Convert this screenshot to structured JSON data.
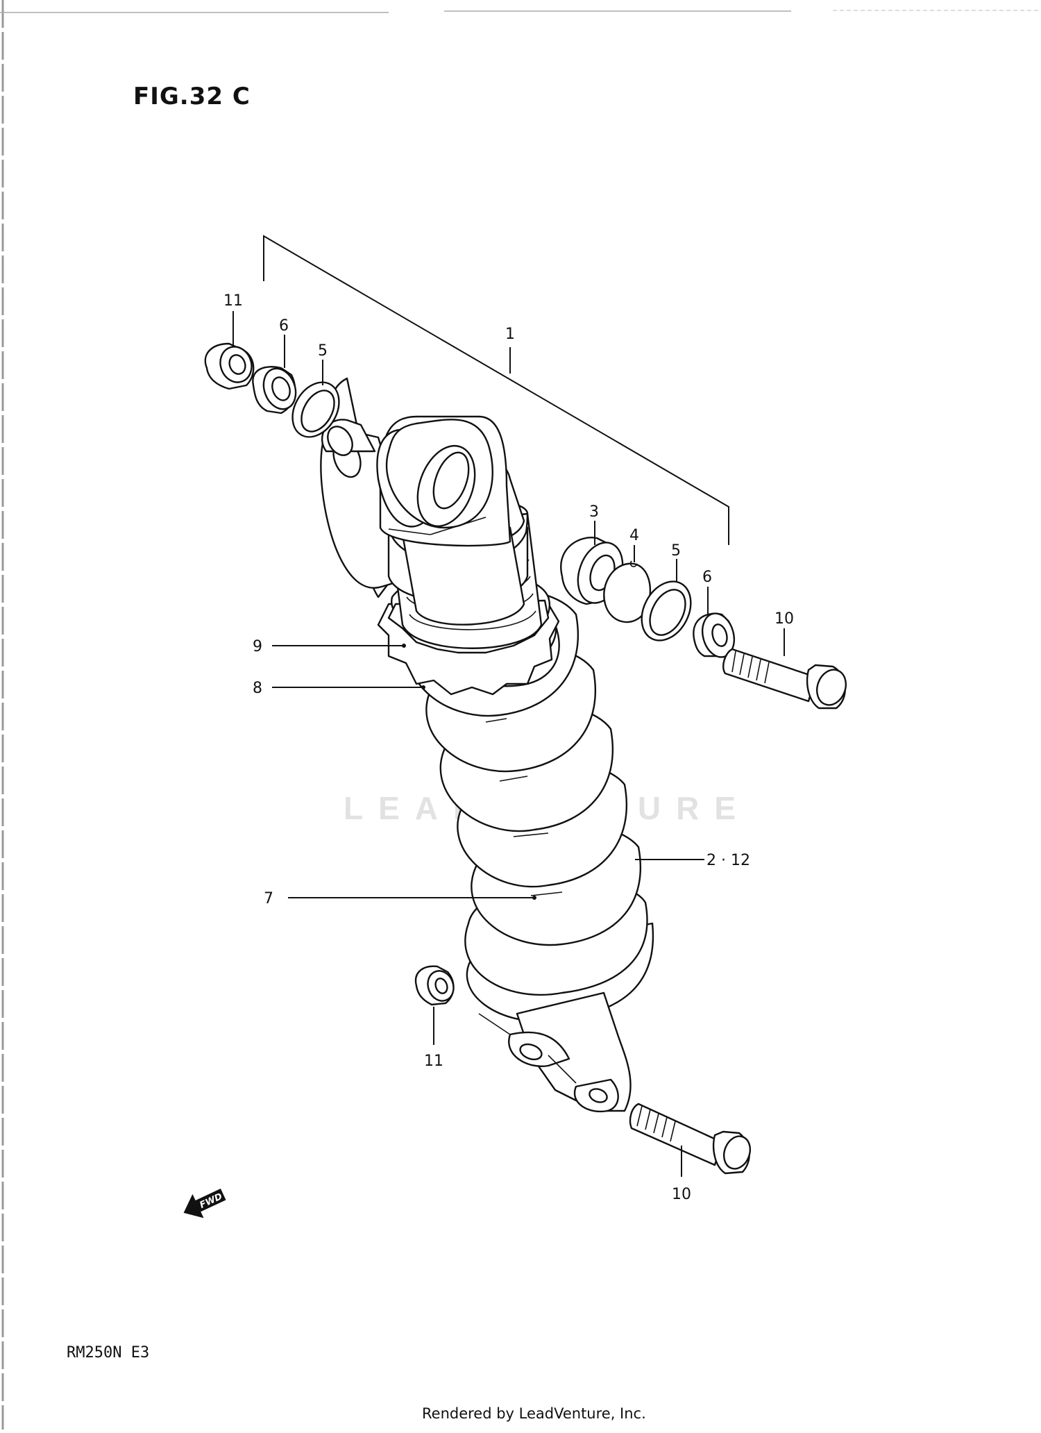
{
  "figure": {
    "title": "FIG.32 C"
  },
  "callouts": {
    "c1": "1",
    "c2_12": "2 · 12",
    "c3": "3",
    "c4": "4",
    "c5a": "5",
    "c5b": "5",
    "c6a": "6",
    "c6b": "6",
    "c7": "7",
    "c8": "8",
    "c9": "9",
    "c10a": "10",
    "c10b": "10",
    "c11a": "11",
    "c11b": "11"
  },
  "fwd_label": "FWD",
  "model": "RM250N  E3",
  "footer": {
    "credit": "Rendered by LeadVenture, Inc."
  },
  "watermark": {
    "text": "LEADVENTURE"
  }
}
